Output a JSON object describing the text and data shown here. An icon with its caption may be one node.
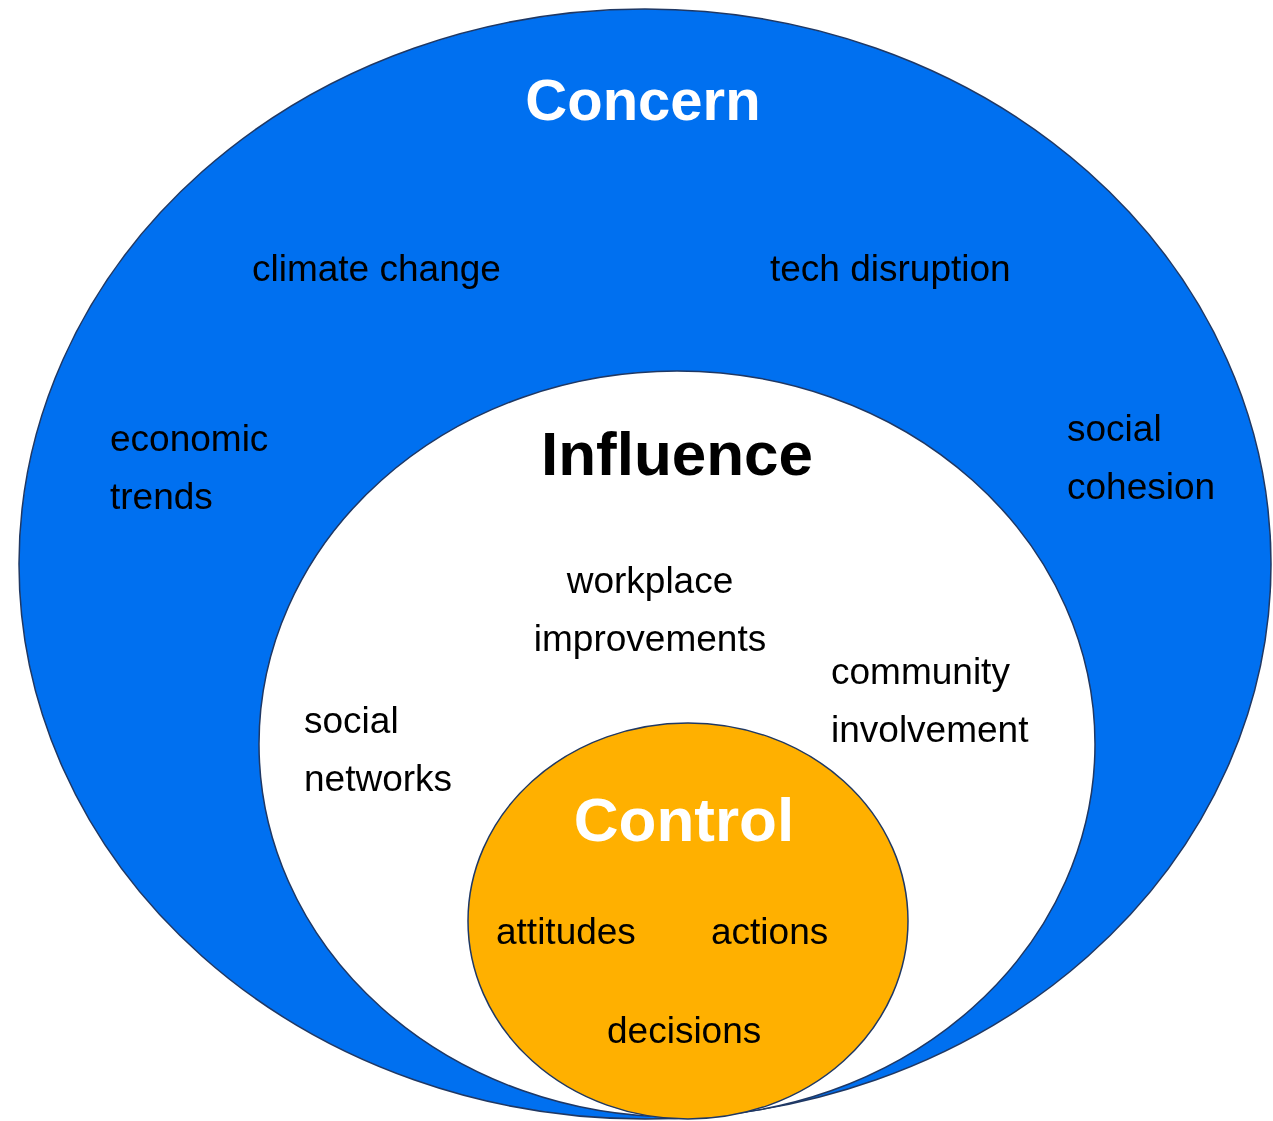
{
  "diagram": {
    "nodes": [
      {
        "text": [
          "Concern",
          "climate change",
          "tech disruption",
          "economic trends",
          "social cohesion"
        ]
      },
      {
        "text": [
          "Influence",
          "workplace improvements",
          "social networks",
          "community involvement"
        ],
        "in": 0
      },
      {
        "text": [
          "Control",
          "attitudes",
          "actions",
          "decisions"
        ],
        "in": 1
      }
    ]
  }
}
